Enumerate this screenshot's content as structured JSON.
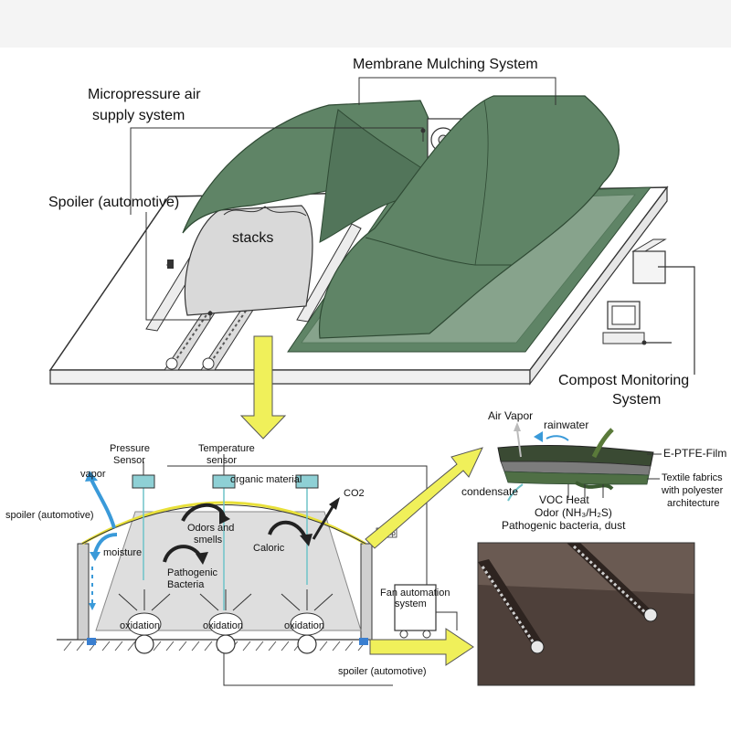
{
  "top": {
    "membrane": "Membrane Mulching System",
    "micro_line1": "Micropressure air",
    "micro_line2": "supply system",
    "spoiler": "Spoiler (automotive)",
    "stacks": "stacks",
    "monitor_line1": "Compost Monitoring",
    "monitor_line2": "System"
  },
  "section": {
    "pressure_line1": "Pressure",
    "pressure_line2": "Sensor",
    "temp_line1": "Temperature",
    "temp_line2": "sensor",
    "organic": "organic material",
    "co2": "CO2",
    "vapor": "vapor",
    "spoiler_left": "spoiler (automotive)",
    "moisture": "moisture",
    "odors_line1": "Odors and",
    "odors_line2": "smells",
    "caloric": "Caloric",
    "patho_line1": "Pathogenic",
    "patho_line2": "Bacteria",
    "oxidation": "oxidation",
    "crimp": "Crimp",
    "fan_line1": "Fan automation",
    "fan_line2": "system",
    "spoiler_bottom": "spoiler (automotive)"
  },
  "membrane_detail": {
    "air_vapor": "Air Vapor",
    "rainwater": "rainwater",
    "eptfe": "E-PTFE-Film",
    "textile_line1": "Textile fabrics",
    "textile_line2": "with polyester",
    "textile_line3": "architecture",
    "condensate": "condensate",
    "voc": "VOC Heat",
    "odor": "Odor (NH₃/H₂S)",
    "pathogenic": "Pathogenic bacteria, dust"
  },
  "colors": {
    "membrane_green": "#5f8466",
    "arrow_yellow": "#f0f05a",
    "sensor_blue": "#6fc3c9",
    "vapor_blue": "#3a9ad9",
    "floor_brown": "#5a4a42"
  }
}
